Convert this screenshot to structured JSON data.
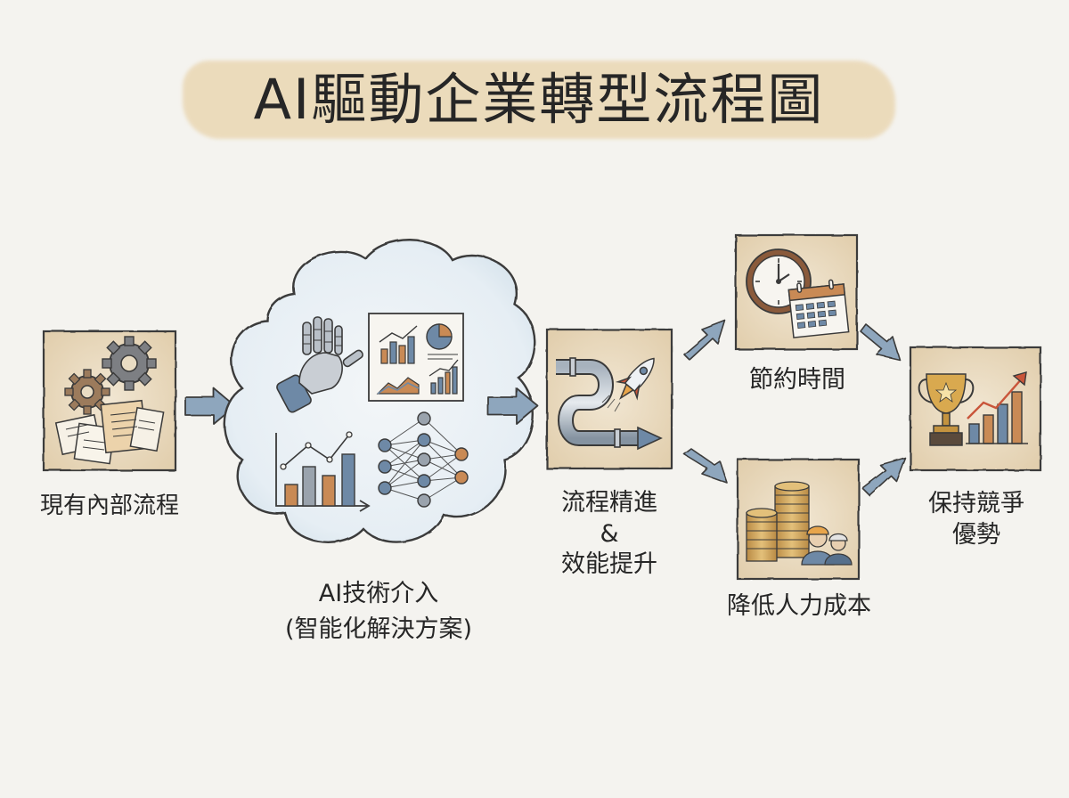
{
  "title": "AI驅動企業轉型流程圖",
  "colors": {
    "background": "#f4f3ef",
    "title_wash": "#ead7b3",
    "box_fill": "#e9dcc3",
    "cloud_fill": "#e4ecf2",
    "arrow_fill": "#8ea6bd",
    "ink": "#3a3a3a",
    "accent_orange": "#c98a55",
    "accent_blue": "#6e89a6"
  },
  "nodes": {
    "existing": {
      "label": "現有內部流程"
    },
    "ai": {
      "label_line1": "AI技術介入",
      "label_line2": "(智能化解決方案)"
    },
    "process": {
      "label_line1": "流程精進",
      "label_line2": "&",
      "label_line3": "效能提升"
    },
    "time": {
      "label": "節約時間"
    },
    "cost": {
      "label": "降低人力成本"
    },
    "advantage": {
      "label_line1": "保持競爭",
      "label_line2": "優勢"
    }
  },
  "icons": {
    "existing": [
      "gear-icon",
      "documents-icon"
    ],
    "ai": [
      "robot-hand-icon",
      "dashboard-chart-icon",
      "bar-line-chart-icon",
      "neural-network-icon"
    ],
    "process": [
      "pipe-icon",
      "rocket-icon"
    ],
    "time": [
      "clock-icon",
      "calendar-icon"
    ],
    "cost": [
      "coin-stack-icon",
      "workers-icon"
    ],
    "advantage": [
      "trophy-icon",
      "growth-chart-icon"
    ]
  }
}
